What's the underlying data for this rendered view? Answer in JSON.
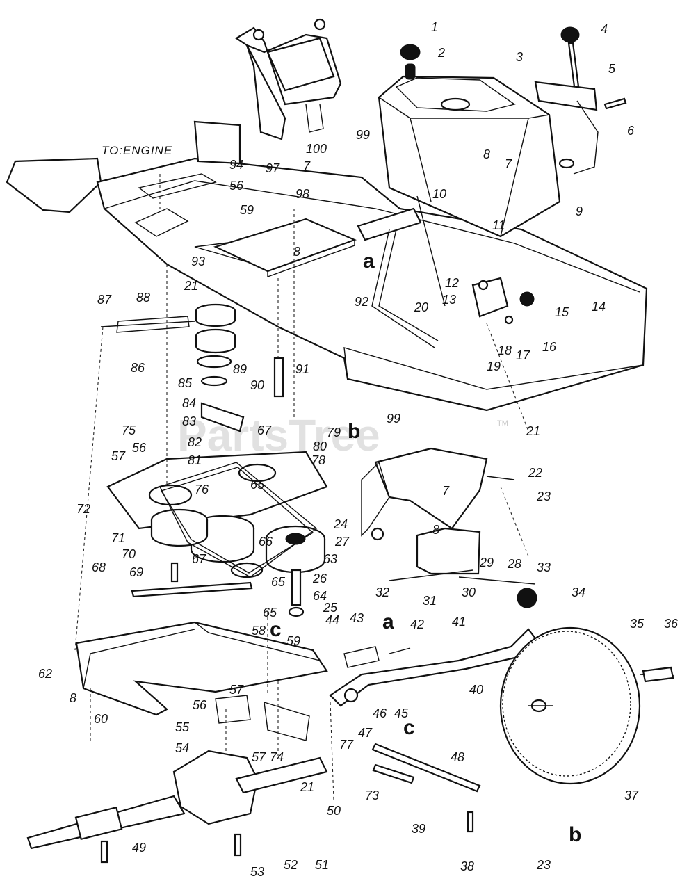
{
  "note": "TO:ENGINE",
  "watermark": "PartsTree",
  "trademark": "TM",
  "part_numbers": [
    "1",
    "2",
    "3",
    "4",
    "5",
    "6",
    "7",
    "8",
    "9",
    "10",
    "11",
    "12",
    "13",
    "14",
    "15",
    "16",
    "17",
    "18",
    "19",
    "20",
    "21",
    "22",
    "23",
    "24",
    "25",
    "26",
    "27",
    "28",
    "29",
    "30",
    "31",
    "32",
    "33",
    "34",
    "35",
    "36",
    "37",
    "38",
    "39",
    "40",
    "41",
    "42",
    "43",
    "44",
    "45",
    "46",
    "47",
    "48",
    "49",
    "50",
    "51",
    "52",
    "53",
    "54",
    "55",
    "56",
    "57",
    "58",
    "59",
    "60",
    "62",
    "63",
    "64",
    "65",
    "66",
    "67",
    "68",
    "69",
    "70",
    "71",
    "72",
    "73",
    "74",
    "75",
    "76",
    "77",
    "78",
    "79",
    "80",
    "81",
    "82",
    "83",
    "84",
    "85",
    "86",
    "87",
    "88",
    "89",
    "90",
    "91",
    "92",
    "93",
    "94",
    "97",
    "98",
    "99",
    "100"
  ],
  "reference_letters": [
    "a",
    "b",
    "c"
  ]
}
